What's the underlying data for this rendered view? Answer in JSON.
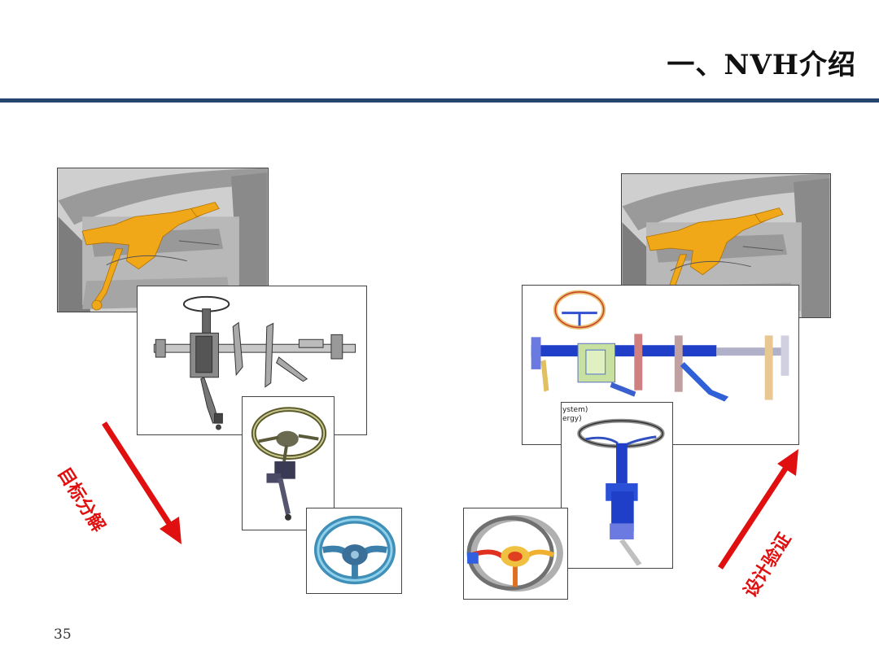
{
  "slide": {
    "title": "一、NVH介绍",
    "page_number": "35"
  },
  "left_group": {
    "arrow_label": "目标分解",
    "arrow_color": "#e01010"
  },
  "right_group": {
    "arrow_label": "设计验证",
    "arrow_color": "#e01010",
    "overlay_lines": [
      "ystem)",
      "ergy)"
    ]
  },
  "colors": {
    "header_rule": "#24466e",
    "part_highlight": "#f0a818",
    "fea_blue": "#1f3fc8"
  }
}
